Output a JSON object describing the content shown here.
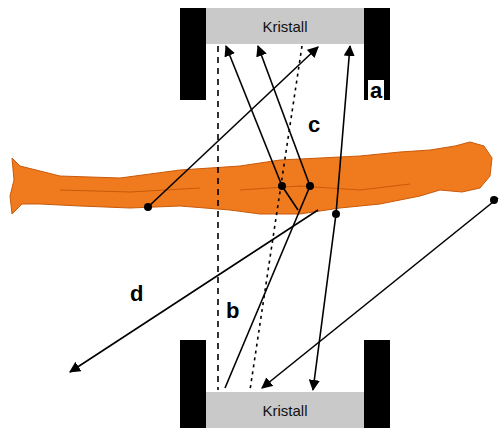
{
  "diagram": {
    "nodes": [
      {
        "text": [
          "Kristall"
        ]
      },
      {
        "text": [
          "Kristall"
        ]
      }
    ],
    "edges": [
      {
        "from": 0,
        "to": 1,
        "arrow": "both"
      },
      {
        "from": 0,
        "to": 1,
        "arrow": "none"
      },
      {
        "from": 0,
        "to": 1,
        "arrow": "none"
      }
    ],
    "labels": [
      "c",
      "a",
      "d",
      "b"
    ]
  }
}
